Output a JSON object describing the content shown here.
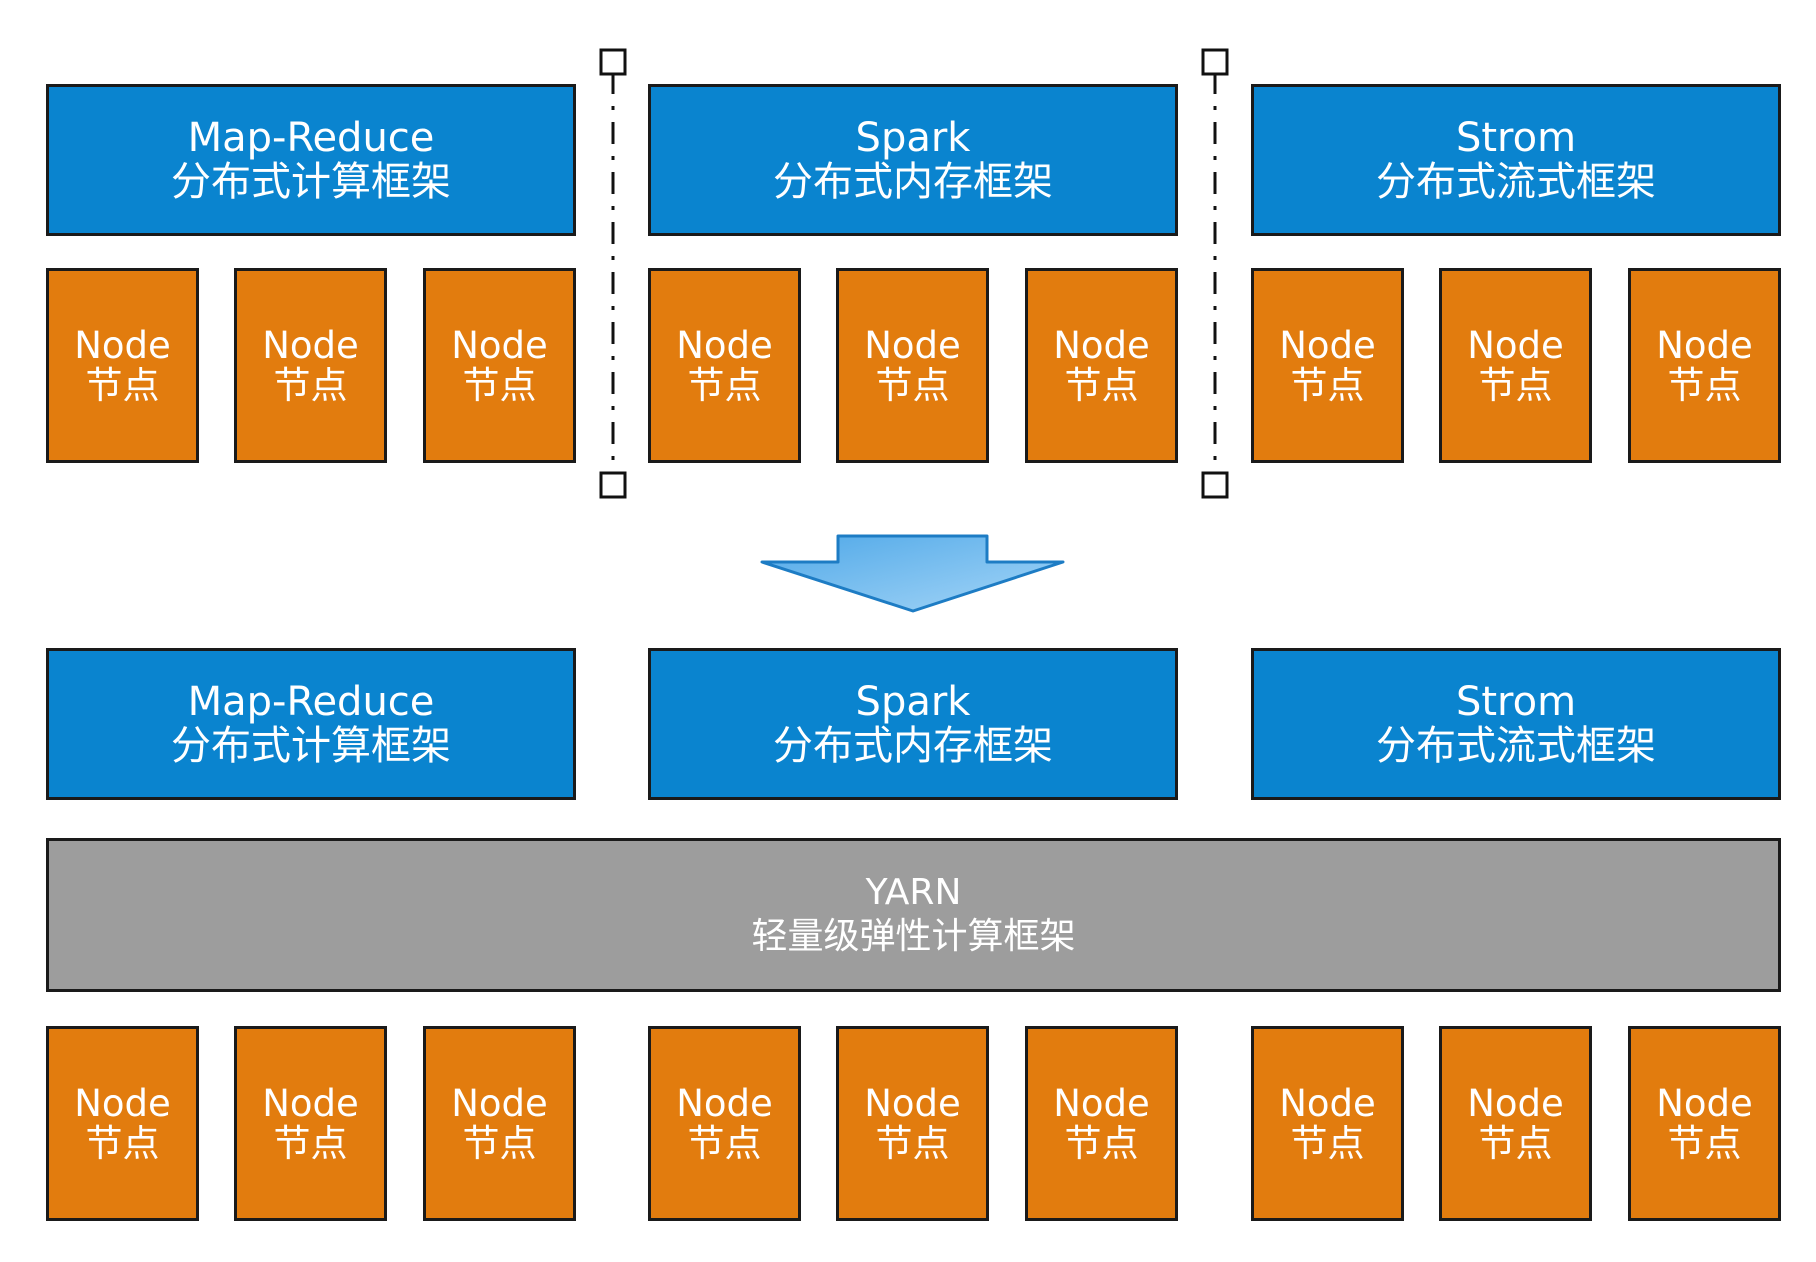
{
  "colors": {
    "framework": "#0a84cf",
    "node": "#e27c0e",
    "yarn": "#9d9d9d",
    "arrow_top": "#4fa8e8",
    "arrow_bottom": "#a6d6f7"
  },
  "before": {
    "frameworks": [
      {
        "name": "Map-Reduce",
        "desc": "分布式计算框架"
      },
      {
        "name": "Spark",
        "desc": "分布式内存框架"
      },
      {
        "name": "Strom",
        "desc": "分布式流式框架"
      }
    ],
    "nodes": [
      {
        "name": "Node",
        "desc": "节点"
      },
      {
        "name": "Node",
        "desc": "节点"
      },
      {
        "name": "Node",
        "desc": "节点"
      },
      {
        "name": "Node",
        "desc": "节点"
      },
      {
        "name": "Node",
        "desc": "节点"
      },
      {
        "name": "Node",
        "desc": "节点"
      },
      {
        "name": "Node",
        "desc": "节点"
      },
      {
        "name": "Node",
        "desc": "节点"
      },
      {
        "name": "Node",
        "desc": "节点"
      }
    ]
  },
  "after": {
    "frameworks": [
      {
        "name": "Map-Reduce",
        "desc": "分布式计算框架"
      },
      {
        "name": "Spark",
        "desc": "分布式内存框架"
      },
      {
        "name": "Strom",
        "desc": "分布式流式框架"
      }
    ],
    "yarn": {
      "name": "YARN",
      "desc": "轻量级弹性计算框架"
    },
    "nodes": [
      {
        "name": "Node",
        "desc": "节点"
      },
      {
        "name": "Node",
        "desc": "节点"
      },
      {
        "name": "Node",
        "desc": "节点"
      },
      {
        "name": "Node",
        "desc": "节点"
      },
      {
        "name": "Node",
        "desc": "节点"
      },
      {
        "name": "Node",
        "desc": "节点"
      },
      {
        "name": "Node",
        "desc": "节点"
      },
      {
        "name": "Node",
        "desc": "节点"
      },
      {
        "name": "Node",
        "desc": "节点"
      }
    ]
  }
}
